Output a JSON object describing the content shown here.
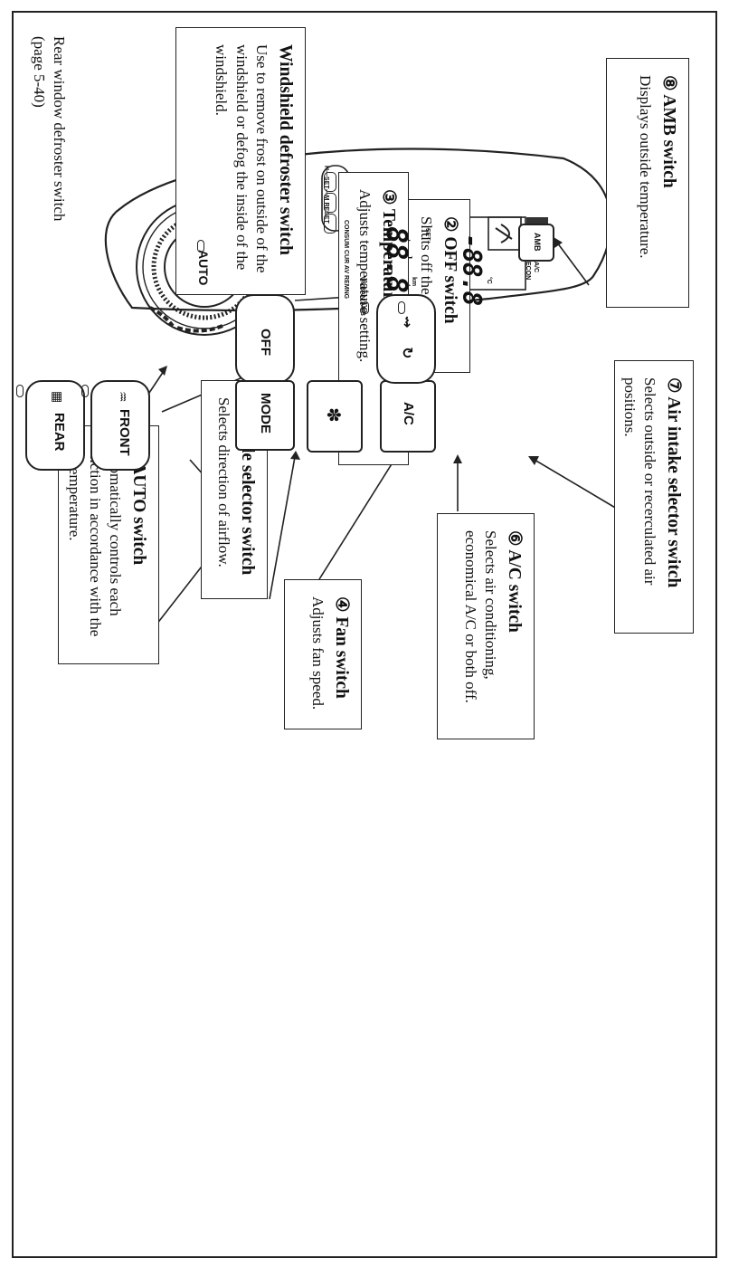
{
  "callouts": {
    "amb": {
      "title": "⑧ AMB switch",
      "body": "Displays outside temperature."
    },
    "air_intake": {
      "title": "⑦ Air intake selector switch",
      "body": "Selects outside or recerculated air positions."
    },
    "ac": {
      "title": "⑥ A/C switch",
      "body": "Selects air conditioning, economical A/C or both off."
    },
    "fan": {
      "title": "④ Fan switch",
      "body": "Adjusts fan speed."
    },
    "mode": {
      "title": "⑤ Mode selector switch",
      "body": "Selects direction of airflow."
    },
    "off": {
      "title": "② OFF switch",
      "body": "Shuts off the climate control system."
    },
    "auto": {
      "title": "① AUTO switch",
      "body": "Automatically controls each function in accordance with the set temperature."
    },
    "temp": {
      "title": "③ Temperature control switch",
      "body": "Adjusts temperature setting."
    },
    "windshield": {
      "title": "Windshield defroster switch",
      "body": "Use to remove frost on outside of the windshield or defog the inside of the windshield."
    },
    "rear_label": "Rear window defroster switch (page 5-40)"
  },
  "panel": {
    "buttons": {
      "front": "FRONT",
      "rear": "REAR",
      "auto": "AUTO",
      "off": "OFF",
      "mode": "MODE",
      "ac": "A/C",
      "amb": "AMB"
    },
    "display": {
      "reset_label": "H—SET—M RESET",
      "modes_label": "CONSUM CUR AV REMNG",
      "urban_label": "URBAN AMB",
      "set_label": "SET",
      "ac_label": "A/C",
      "econ_label": "ECON",
      "digits_left": "88.8",
      "unit_left": "km",
      "digits_right": "-88.8",
      "unit_right": "°C"
    }
  },
  "icons": {
    "front_defrost": "windshield-defrost-icon",
    "rear_defrost": "rear-defrost-icon",
    "fan": "fan-icon",
    "intake_outside": "fresh-air-icon",
    "intake_recirc": "recirculation-icon"
  }
}
